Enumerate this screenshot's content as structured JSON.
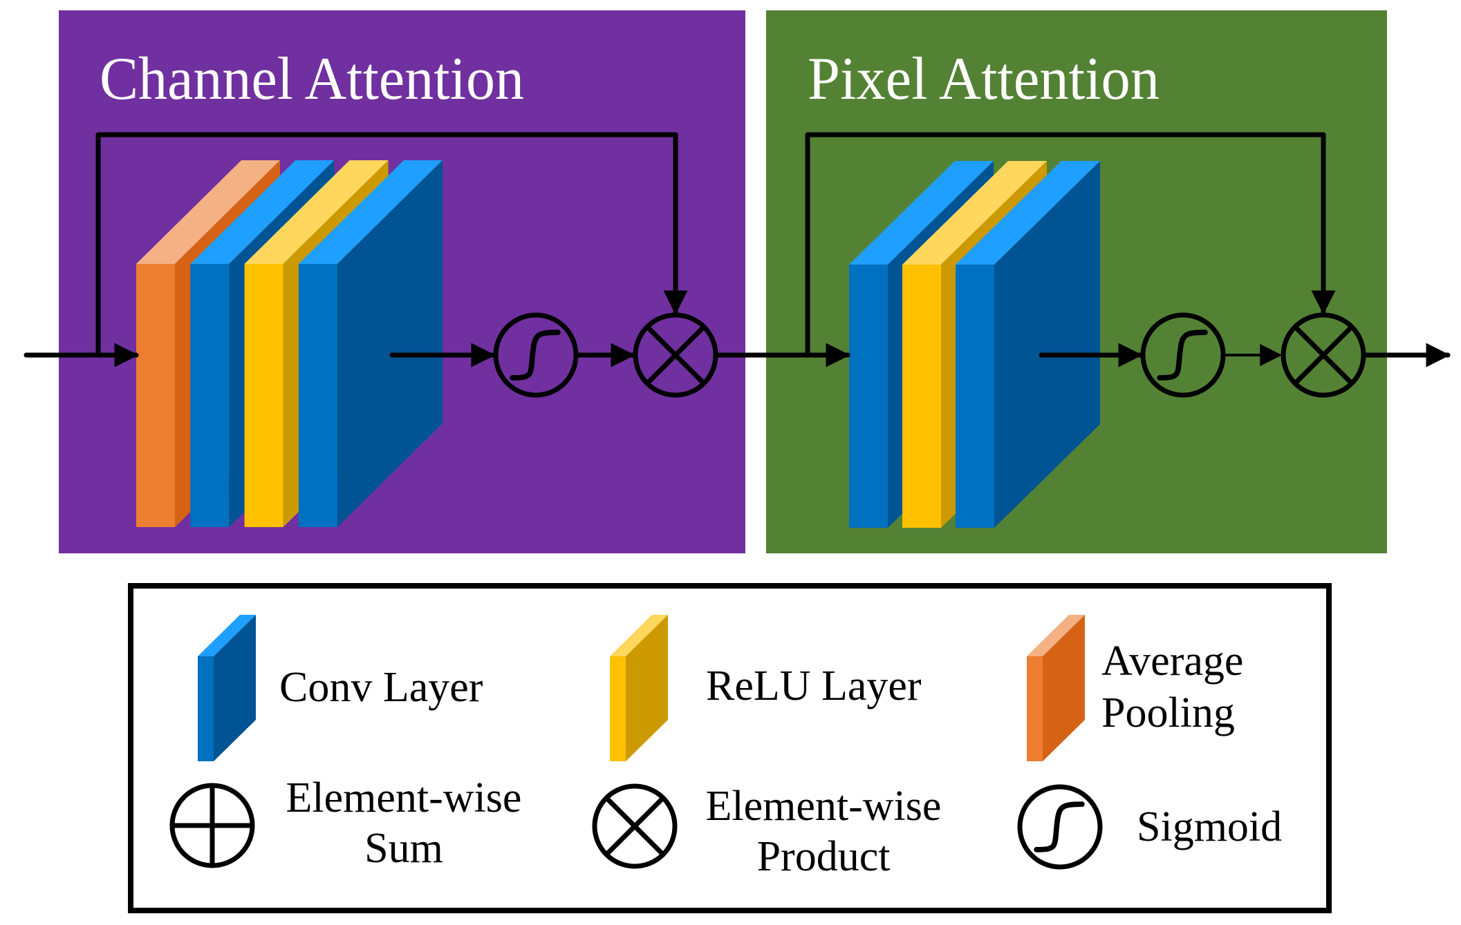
{
  "colors": {
    "background": "#ffffff",
    "channel_panel": "#7030A0",
    "pixel_panel": "#548235",
    "conv": {
      "front": "#0070C0",
      "top": "#1F9FFF",
      "side": "#005493"
    },
    "relu": {
      "front": "#FFC000",
      "top": "#FFD75C",
      "side": "#CC9A00"
    },
    "pool": {
      "front": "#ED7D31",
      "top": "#F4B183",
      "side": "#D56215"
    },
    "stroke": "#000000",
    "legend_border": "#000000"
  },
  "channel_attention": {
    "title": "Channel Attention",
    "layers": [
      "pool",
      "conv",
      "relu",
      "conv"
    ],
    "ops": [
      "sigmoid",
      "product"
    ]
  },
  "pixel_attention": {
    "title": "Pixel Attention",
    "layers": [
      "conv",
      "relu",
      "conv"
    ],
    "ops": [
      "sigmoid",
      "product"
    ]
  },
  "legend": {
    "items": [
      {
        "icon": "conv",
        "label_lines": [
          "Conv Layer"
        ]
      },
      {
        "icon": "relu",
        "label_lines": [
          "ReLU Layer"
        ]
      },
      {
        "icon": "pool",
        "label_lines": [
          "Average",
          "Pooling"
        ]
      },
      {
        "icon": "sum",
        "label_lines": [
          "Element-wise",
          "Sum"
        ]
      },
      {
        "icon": "product",
        "label_lines": [
          "Element-wise",
          "Product"
        ]
      },
      {
        "icon": "sigmoid",
        "label_lines": [
          "Sigmoid"
        ]
      }
    ]
  }
}
